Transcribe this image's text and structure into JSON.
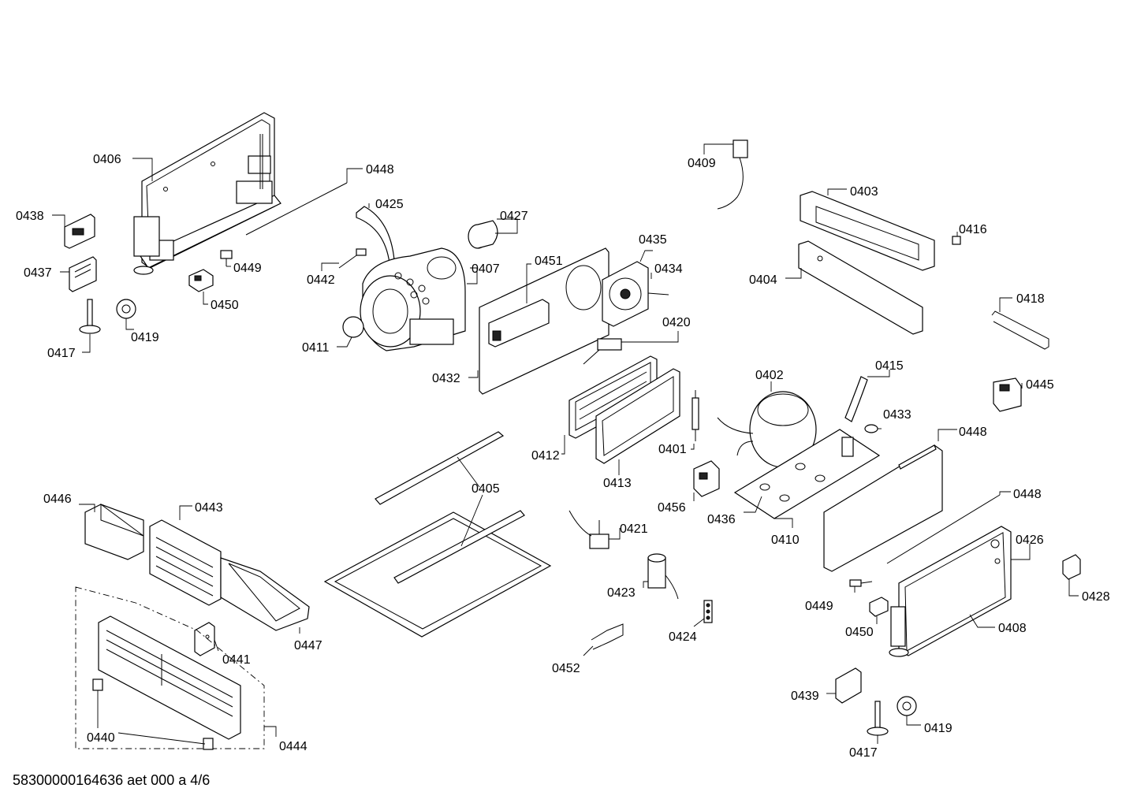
{
  "footer_text": "58300000164636 aet 000 a 4/6",
  "labels": {
    "p0406": "0406",
    "p0448a": "0448",
    "p0438": "0438",
    "p0437": "0437",
    "p0449a": "0449",
    "p0450a": "0450",
    "p0417a": "0417",
    "p0419a": "0419",
    "p0425": "0425",
    "p0442": "0442",
    "p0427": "0427",
    "p0407": "0407",
    "p0411": "0411",
    "p0451": "0451",
    "p0432": "0432",
    "p0435": "0435",
    "p0434": "0434",
    "p0420": "0420",
    "p0412": "0412",
    "p0413": "0413",
    "p0409": "0409",
    "p0403": "0403",
    "p0416": "0416",
    "p0404": "0404",
    "p0418": "0418",
    "p0445": "0445",
    "p0402": "0402",
    "p0415": "0415",
    "p0433": "0433",
    "p0448b": "0448",
    "p0401": "0401",
    "p0456": "0456",
    "p0436": "0436",
    "p0410": "0410",
    "p0448c": "0448",
    "p0426": "0426",
    "p0428": "0428",
    "p0405": "0405",
    "p0421": "0421",
    "p0423": "0423",
    "p0424": "0424",
    "p0452": "0452",
    "p0449b": "0449",
    "p0450b": "0450",
    "p0408": "0408",
    "p0439": "0439",
    "p0417b": "0417",
    "p0419b": "0419",
    "p0446": "0446",
    "p0443": "0443",
    "p0447": "0447",
    "p0441": "0441",
    "p0440": "0440",
    "p0444": "0444"
  }
}
